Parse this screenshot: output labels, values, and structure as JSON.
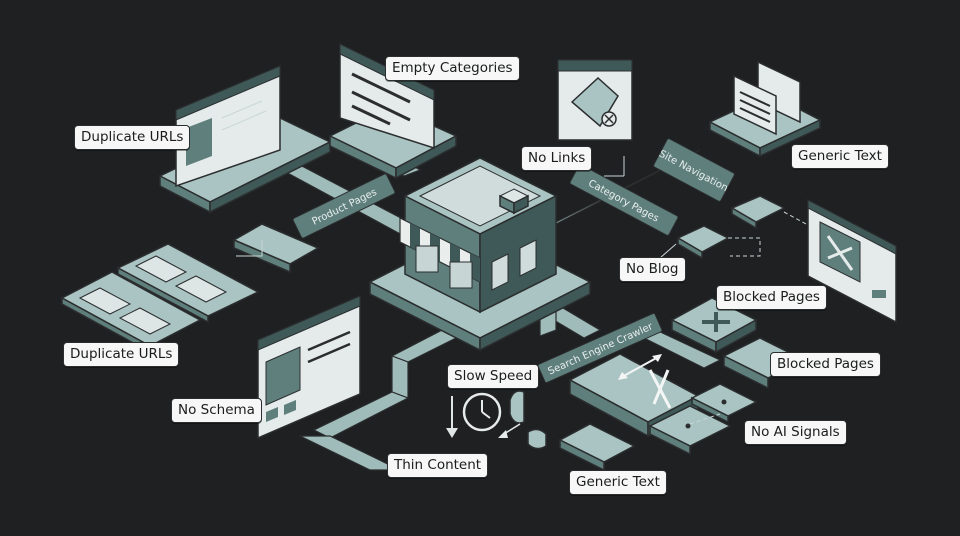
{
  "labels": {
    "duplicate_urls_top": "Duplicate URLs",
    "empty_categories": "Empty Categories",
    "no_links": "No Links",
    "generic_text_top": "Generic Text",
    "no_blog": "No Blog",
    "duplicate_urls_bottom": "Duplicate URLs",
    "blocked_pages_top": "Blocked Pages",
    "blocked_pages_right": "Blocked Pages",
    "no_schema": "No Schema",
    "slow_speed": "Slow Speed",
    "no_ai_signals": "No AI Signals",
    "thin_content": "Thin Content",
    "generic_text_bottom": "Generic Text"
  },
  "path_tags": {
    "product_pages": "Product Pages",
    "category_pages": "Category Pages",
    "site_navigation": "Site Navigation",
    "search_engine_crawler": "Search Engine Crawler"
  },
  "colors": {
    "background": "#1f2022",
    "teal_top": "#a9c4c2",
    "teal_side": "#5f7f7d",
    "teal_dark": "#3f5958",
    "label_bg": "#f6f7f6",
    "outline": "#2b2d2e"
  },
  "icons": [
    "storefront-icon",
    "broken-link-tag-icon",
    "clock-icon",
    "cross-icon",
    "magnet-icon"
  ]
}
